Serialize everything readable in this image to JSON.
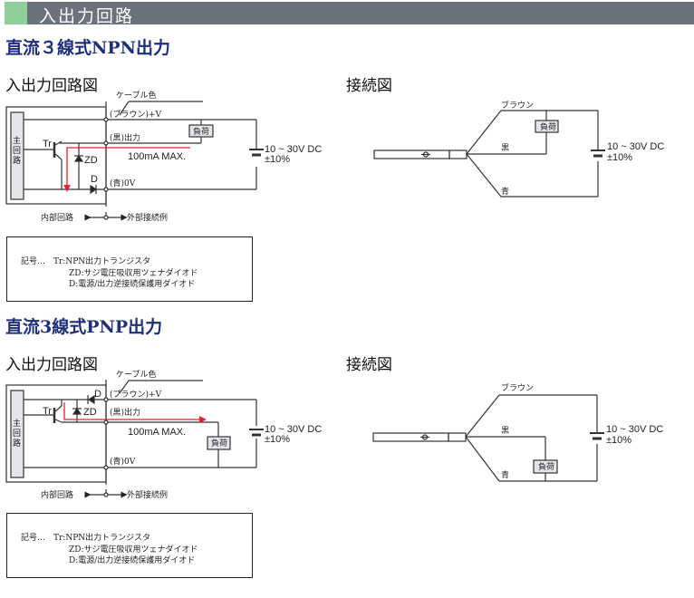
{
  "header": {
    "title": "入出力回路",
    "accent_color": "#8fcf9a",
    "bar_color": "#6c727c"
  },
  "sections": [
    {
      "title": "直流３線式NPN出力",
      "circuit_title": "入出力回路図",
      "wiring_title": "接続図",
      "circuit": {
        "cable_color_label": "ケーブル色",
        "brown_label": "(ブラウン)+V",
        "black_label": "(黒)出力",
        "blue_label": "(青)0V",
        "main_circuit_label": "主回路",
        "tr_label": "Tr",
        "zd_label": "ZD",
        "d_label": "D",
        "load_label": "負荷",
        "current_label": "100mA MAX.",
        "supply_label_1": "10 ~ 30V DC",
        "supply_label_2": "±10%",
        "internal_label": "内部回路",
        "external_label": "外部接続例"
      },
      "wiring": {
        "brown": "ブラウン",
        "black": "黒",
        "blue": "青",
        "load_label": "負荷",
        "supply_label_1": "10 ~ 30V DC",
        "supply_label_2": "±10%"
      },
      "legend": {
        "line1": "記号…　Tr:NPN出力トランジスタ",
        "line2": "ZD:サジ電圧吸収用ツェナダイオド",
        "line3": "D:電源/出力逆接続保護用ダイオド"
      }
    },
    {
      "title": "直流3線式PNP出力",
      "circuit_title": "入出力回路図",
      "wiring_title": "接続図",
      "circuit": {
        "cable_color_label": "ケーブル色",
        "brown_label": "(ブラウン)+V",
        "black_label": "(黒)出力",
        "blue_label": "(青)0V",
        "main_circuit_label": "主回路",
        "tr_label": "Tr",
        "zd_label": "ZD",
        "d_label": "D",
        "load_label": "負荷",
        "current_label": "100mA MAX.",
        "supply_label_1": "10 ~ 30V DC",
        "supply_label_2": "±10%",
        "internal_label": "内部回路",
        "external_label": "外部接続例"
      },
      "wiring": {
        "brown": "ブラウン",
        "black": "黒",
        "blue": "青",
        "load_label": "負荷",
        "supply_label_1": "10 ~ 30V DC",
        "supply_label_2": "±10%"
      },
      "legend": {
        "line1": "記号…　Tr:NPN出力トランジスタ",
        "line2": "ZD:サジ電圧吸収用ツェナダイオド",
        "line3": "D:電源/出力逆接続保護用ダイオド"
      }
    }
  ],
  "colors": {
    "current_arrow": "#e02030",
    "heading": "#1f2f7a"
  }
}
